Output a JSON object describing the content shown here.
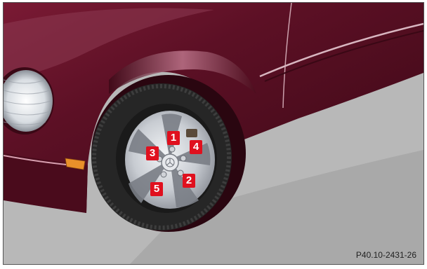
{
  "figure": {
    "code": "P40.10-2431-26",
    "callouts": [
      {
        "id": "lug-1",
        "label": "1"
      },
      {
        "id": "lug-2",
        "label": "2"
      },
      {
        "id": "lug-3",
        "label": "3"
      },
      {
        "id": "lug-4",
        "label": "4"
      },
      {
        "id": "lug-5",
        "label": "5"
      }
    ]
  },
  "colors": {
    "body_paint": "#5a0e22",
    "body_highlight": "#b86a80",
    "ground": "#b8b8b8",
    "tire": "#2a2a2a",
    "rim": "#c8ccd2",
    "callout_bg": "#e0101e",
    "turn_signal": "#e8902a"
  }
}
